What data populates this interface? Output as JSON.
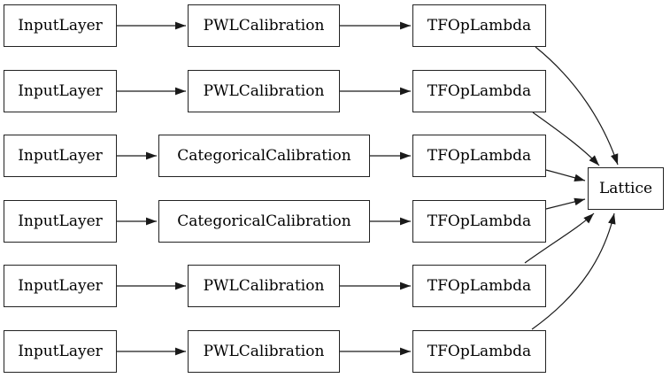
{
  "diagram": {
    "type": "model-architecture-graph",
    "colors": {
      "background": "#ffffff",
      "node_fill": "#ffffff",
      "node_border": "#222222",
      "edge": "#1a1a1a",
      "text": "#000000"
    },
    "output_node": {
      "label": "Lattice",
      "column": "output"
    },
    "nodes": [
      {
        "label": "InputLayer",
        "row": 1,
        "column": "input"
      },
      {
        "label": "PWLCalibration",
        "row": 1,
        "column": "calibration"
      },
      {
        "label": "TFOpLambda",
        "row": 1,
        "column": "lambda"
      },
      {
        "label": "InputLayer",
        "row": 2,
        "column": "input"
      },
      {
        "label": "PWLCalibration",
        "row": 2,
        "column": "calibration"
      },
      {
        "label": "TFOpLambda",
        "row": 2,
        "column": "lambda"
      },
      {
        "label": "InputLayer",
        "row": 3,
        "column": "input"
      },
      {
        "label": "CategoricalCalibration",
        "row": 3,
        "column": "calibration"
      },
      {
        "label": "TFOpLambda",
        "row": 3,
        "column": "lambda"
      },
      {
        "label": "InputLayer",
        "row": 4,
        "column": "input"
      },
      {
        "label": "CategoricalCalibration",
        "row": 4,
        "column": "calibration"
      },
      {
        "label": "TFOpLambda",
        "row": 4,
        "column": "lambda"
      },
      {
        "label": "InputLayer",
        "row": 5,
        "column": "input"
      },
      {
        "label": "PWLCalibration",
        "row": 5,
        "column": "calibration"
      },
      {
        "label": "TFOpLambda",
        "row": 5,
        "column": "lambda"
      },
      {
        "label": "InputLayer",
        "row": 6,
        "column": "input"
      },
      {
        "label": "PWLCalibration",
        "row": 6,
        "column": "calibration"
      },
      {
        "label": "TFOpLambda",
        "row": 6,
        "column": "lambda"
      },
      {
        "label": "Lattice",
        "row": "center",
        "column": "output"
      }
    ],
    "edges": [
      {
        "row": 1,
        "from": "InputLayer",
        "to": "PWLCalibration"
      },
      {
        "row": 1,
        "from": "PWLCalibration",
        "to": "TFOpLambda"
      },
      {
        "row": 1,
        "from": "TFOpLambda",
        "to": "Lattice"
      },
      {
        "row": 2,
        "from": "InputLayer",
        "to": "PWLCalibration"
      },
      {
        "row": 2,
        "from": "PWLCalibration",
        "to": "TFOpLambda"
      },
      {
        "row": 2,
        "from": "TFOpLambda",
        "to": "Lattice"
      },
      {
        "row": 3,
        "from": "InputLayer",
        "to": "CategoricalCalibration"
      },
      {
        "row": 3,
        "from": "CategoricalCalibration",
        "to": "TFOpLambda"
      },
      {
        "row": 3,
        "from": "TFOpLambda",
        "to": "Lattice"
      },
      {
        "row": 4,
        "from": "InputLayer",
        "to": "CategoricalCalibration"
      },
      {
        "row": 4,
        "from": "CategoricalCalibration",
        "to": "TFOpLambda"
      },
      {
        "row": 4,
        "from": "TFOpLambda",
        "to": "Lattice"
      },
      {
        "row": 5,
        "from": "InputLayer",
        "to": "PWLCalibration"
      },
      {
        "row": 5,
        "from": "PWLCalibration",
        "to": "TFOpLambda"
      },
      {
        "row": 5,
        "from": "TFOpLambda",
        "to": "Lattice"
      },
      {
        "row": 6,
        "from": "InputLayer",
        "to": "PWLCalibration"
      },
      {
        "row": 6,
        "from": "PWLCalibration",
        "to": "TFOpLambda"
      },
      {
        "row": 6,
        "from": "TFOpLambda",
        "to": "Lattice"
      }
    ]
  }
}
